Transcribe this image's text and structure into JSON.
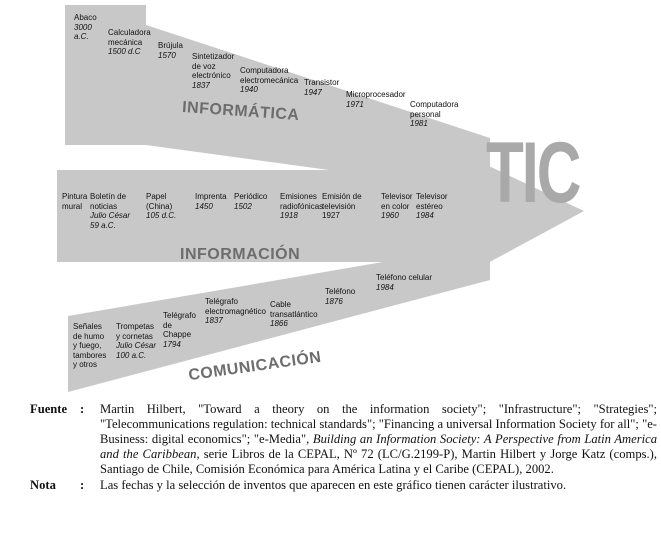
{
  "diagram": {
    "center_label": "TIC",
    "bands": [
      {
        "name": "INFORMÁTICA",
        "items": [
          {
            "text": "Abaco",
            "date": "3000 a.C."
          },
          {
            "text": "Calculadora mecánica",
            "date": "1500 d.C"
          },
          {
            "text": "Brújula",
            "date": "1570"
          },
          {
            "text": "Sintetizador de voz electrónico",
            "date": "1837"
          },
          {
            "text": "Computadora electromecánica",
            "date": "1940"
          },
          {
            "text": "Transistor",
            "date": "1947"
          },
          {
            "text": "Microprocesador",
            "date": "1971"
          },
          {
            "text": "Computadora personal",
            "date": "1981"
          }
        ]
      },
      {
        "name": "INFORMACIÓN",
        "items": [
          {
            "text": "Pintura mural",
            "date": ""
          },
          {
            "text": "Boletín de noticias",
            "date": "Julio César 59 a.C."
          },
          {
            "text": "Papel (China)",
            "date": "105 d.C."
          },
          {
            "text": "Imprenta",
            "date": "1450"
          },
          {
            "text": "Periódico",
            "date": "1502"
          },
          {
            "text": "Emisiones radiofónicas",
            "date": "1918"
          },
          {
            "text": "Emisión de televisión 1927",
            "date": ""
          },
          {
            "text": "Televisor en color",
            "date": "1960"
          },
          {
            "text": "Televisor estéreo",
            "date": "1984"
          }
        ]
      },
      {
        "name": "COMUNICACIÓN",
        "items": [
          {
            "text": "Señales de humo y fuego, tambores y otros",
            "date": ""
          },
          {
            "text": "Trompetas y cornetas",
            "date": "Julio César 100 a.C."
          },
          {
            "text": "Telégrafo de Chappe",
            "date": "1794"
          },
          {
            "text": "Telégrafo electromagnético",
            "date": "1837"
          },
          {
            "text": "Cable transatlántico",
            "date": "1866"
          },
          {
            "text": "Teléfono",
            "date": "1876"
          },
          {
            "text": "Teléfono celular",
            "date": "1984"
          }
        ]
      }
    ]
  },
  "source": {
    "label": "Fuente",
    "text_before": "Martin Hilbert, \"Toward a theory on the information society\"; \"Infrastructure\"; \"Strategies\"; \"Telecommunications regulation: technical standards\"; \"Financing a universal Information Society for all\"; \"e-Business: digital economics\"; \"e-Media\", ",
    "title": "Building an Information Society: A Perspective from Latin America and the Caribbean",
    "text_after": ", serie Libros de la CEPAL, Nº 72 (LC/G.2199-P), Martin Hilbert y Jorge Katz (comps.), Santiago de Chile, Comisión Económica para América Latina y el Caribe (CEPAL), 2002."
  },
  "note": {
    "label": "Nota",
    "text": "Las fechas y la selección de inventos que aparecen en este gráfico tienen carácter ilustrativo."
  }
}
